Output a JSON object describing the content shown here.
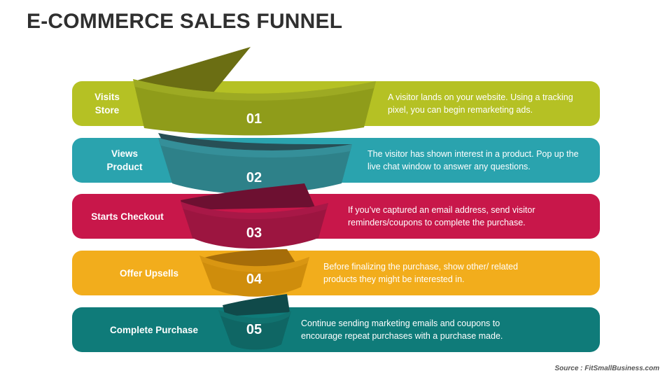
{
  "title": "E-COMMERCE SALES FUNNEL",
  "source": "Source : FitSmallBusiness.com",
  "colors": {
    "green": "#b5c124",
    "teal": "#2aa3ae",
    "crimson": "#c8174a",
    "amber": "#f2ad1c",
    "dark_teal": "#0f7b79"
  },
  "steps": [
    {
      "number": "01",
      "label": "Visits\nStore",
      "description": "A visitor lands on your website. Using a tracking pixel, you can begin remarketing ads."
    },
    {
      "number": "02",
      "label": "Views\nProduct",
      "description": "The visitor has shown interest in a product. Pop up the live chat window to answer any questions."
    },
    {
      "number": "03",
      "label": "Starts Checkout",
      "description": "If you’ve captured an email address, send visitor reminders/coupons to complete the purchase."
    },
    {
      "number": "04",
      "label": "Offer Upsells",
      "description": "Before finalizing the purchase, show other/ related products they might be interested in."
    },
    {
      "number": "05",
      "label": "Complete Purchase",
      "description": "Continue sending marketing emails and coupons to encourage repeat purchases with a purchase made."
    }
  ]
}
